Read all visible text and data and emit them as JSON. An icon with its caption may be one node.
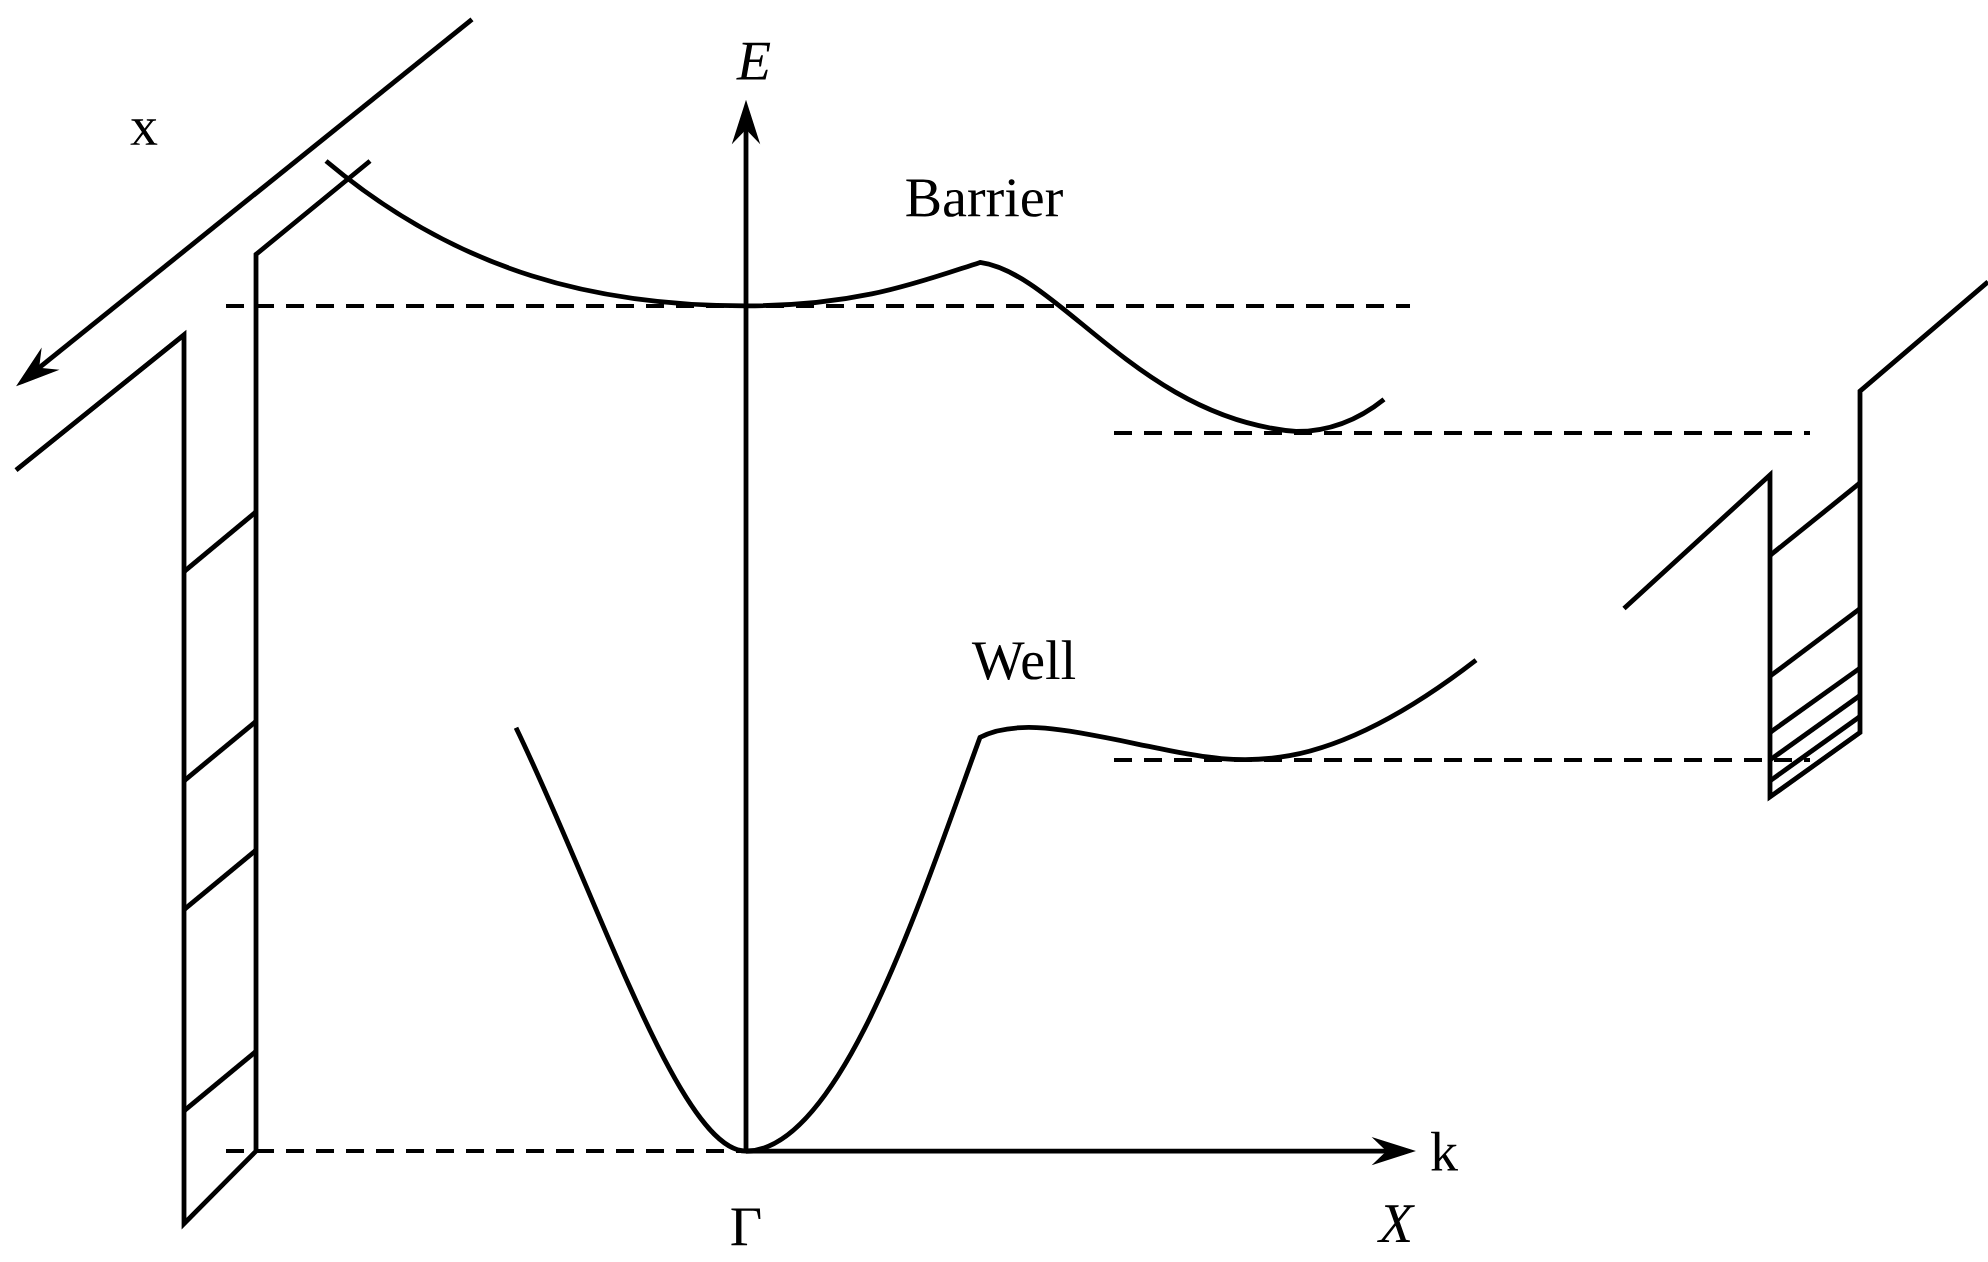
{
  "diagram": {
    "labels": [
      "x",
      "E",
      "Barrier",
      "Well",
      "k",
      "Γ",
      "X"
    ]
  }
}
